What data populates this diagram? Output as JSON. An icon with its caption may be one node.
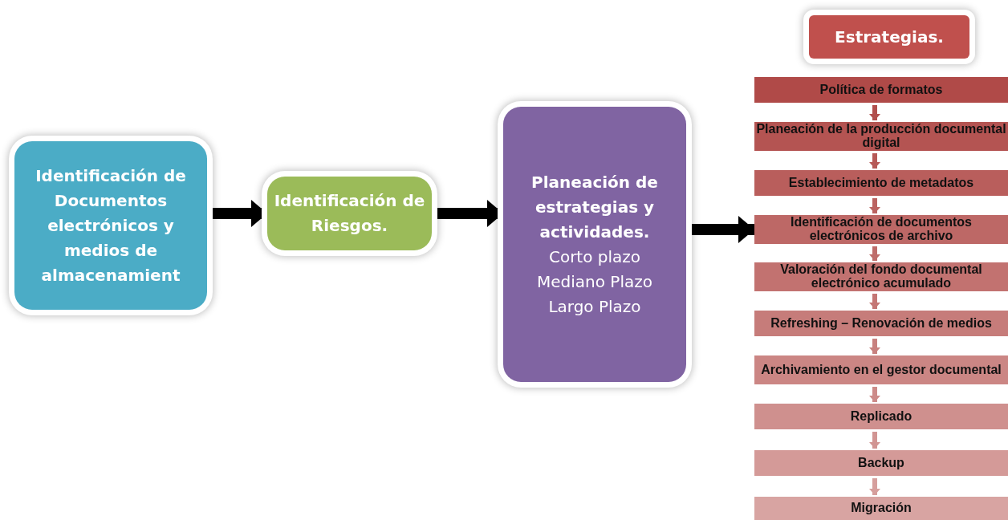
{
  "diagram": {
    "nodes": [
      {
        "text": [
          "Identificación de Documentos electrónicos y medios de almacenamient"
        ]
      },
      {
        "text": [
          "Identificación de Riesgos."
        ]
      },
      {
        "text": [
          "Planeación de estrategias y actividades.",
          "Corto plazo",
          "Mediano Plazo",
          "Largo Plazo"
        ]
      },
      {
        "text": [
          "Estrategias."
        ]
      },
      {
        "text": [
          "Política de formatos"
        ]
      },
      {
        "text": [
          "Planeación de la producción documental digital"
        ]
      },
      {
        "text": [
          "Establecimiento de metadatos"
        ]
      },
      {
        "text": [
          "Identificación de documentos electrónicos de archivo"
        ]
      },
      {
        "text": [
          "Valoración del fondo documental electrónico acumulado"
        ]
      },
      {
        "text": [
          "Refreshing – Renovación de medios"
        ]
      },
      {
        "text": [
          "Archivamiento en el gestor documental"
        ]
      },
      {
        "text": [
          "Replicado"
        ]
      },
      {
        "text": [
          "Backup"
        ]
      },
      {
        "text": [
          "Migración"
        ]
      }
    ],
    "edges": [
      {
        "from": 0,
        "to": 1,
        "arrow": "to",
        "style": "thick",
        "color": "#000000"
      },
      {
        "from": 1,
        "to": 2,
        "arrow": "to",
        "style": "thick",
        "color": "#000000"
      },
      {
        "from": 2,
        "to": 7,
        "arrow": "to",
        "style": "thick",
        "color": "#000000"
      },
      {
        "from": 4,
        "to": 5,
        "arrow": "to",
        "color": "#b24f4d"
      },
      {
        "from": 5,
        "to": 6,
        "arrow": "to",
        "color": "#b65957"
      },
      {
        "from": 6,
        "to": 7,
        "arrow": "to",
        "color": "#bb6361"
      },
      {
        "from": 7,
        "to": 8,
        "arrow": "to",
        "color": "#bf6d6b"
      },
      {
        "from": 8,
        "to": 9,
        "arrow": "to",
        "color": "#c47775"
      },
      {
        "from": 9,
        "to": 10,
        "arrow": "to",
        "color": "#c8817f"
      },
      {
        "from": 10,
        "to": 11,
        "arrow": "to",
        "color": "#cd8b89"
      },
      {
        "from": 11,
        "to": 12,
        "arrow": "to",
        "color": "#d19593"
      },
      {
        "from": 12,
        "to": 13,
        "arrow": "to",
        "color": "#d69f9d"
      }
    ]
  }
}
